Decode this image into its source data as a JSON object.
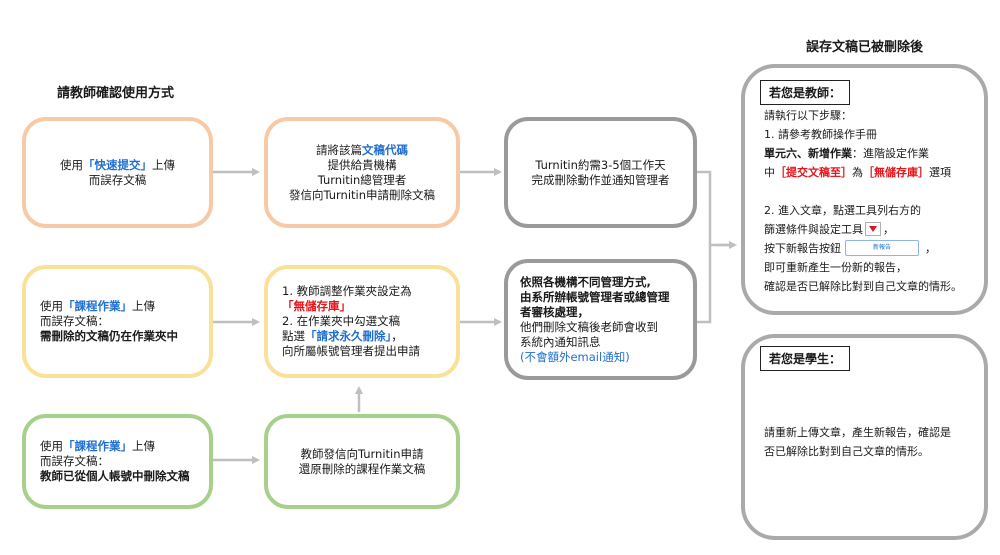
{
  "left_title": "請教師確認使用方式",
  "right_title": "誤存文稿已被刪除後",
  "boxes": {
    "quick_submit": {
      "l1a": "使用",
      "l1b": "「快速提交」",
      "l1c": "上傳",
      "l2": "而誤存文稿"
    },
    "doc_code": {
      "l1a": "請將該篇",
      "l1b": "文稿代碼",
      "l2": "提供給貴機構",
      "l3": "Turnitin總管理者",
      "l4": "發信向Turnitin申請刪除文稿"
    },
    "turnitin_wait": {
      "l1": "Turnitin約需3-5個工作天",
      "l2": "完成刪除動作並通知管理者"
    },
    "course_in_folder": {
      "l1a": "使用",
      "l1b": "「課程作業」",
      "l1c": "上傳",
      "l2": "而誤存文稿：",
      "l3": "需刪除的文稿仍在作業夾中"
    },
    "teacher_adjust": {
      "l1": "1. 教師調整作業夾設定為",
      "l2": "「無儲存庫」",
      "l3": "2. 在作業夾中勾選文稿",
      "l4a": "點選",
      "l4b": "「請求永久刪除」",
      "l4c": "，",
      "l5": "向所屬帳號管理者提出申請"
    },
    "institution": {
      "l1": "依照各機構不同管理方式,",
      "l2": "由系所辦帳號管理者或總管理",
      "l3": "者審核處理，",
      "l4": "他們刪除文稿後老師會收到",
      "l5": "系統內通知訊息",
      "l6": "(不會額外email通知)"
    },
    "course_deleted": {
      "l1a": "使用",
      "l1b": "「課程作業」",
      "l1c": "上傳",
      "l2": "而誤存文稿：",
      "l3": "教師已從個人帳號中刪除文稿"
    },
    "restore": {
      "l1": "教師發信向Turnitin申請",
      "l2": "還原刪除的課程作業文稿"
    }
  },
  "teacher_panel": {
    "header": "若您是教師：",
    "s1": "請執行以下步驟：",
    "s2": "1. 請參考教師操作手冊",
    "s3a": "單元六、新增作業",
    "s3b": "：進階設定作業",
    "s4a": "中",
    "s4b": "［提交文稿至］",
    "s4c": "為",
    "s4d": "［無儲存庫］",
    "s4e": "選項",
    "s5": "2. 進入文章，點選工具列右方的",
    "s6a": "篩選條件與設定工具",
    "s6b": "，",
    "s7a": "按下新報告按鈕",
    "s7btn": "新報告",
    "s7b": "，",
    "s8": "即可重新產生一份新的報告，",
    "s9": "確認是否已解除比對到自己文章的情形。"
  },
  "student_panel": {
    "header": "若您是學生：",
    "s1": "請重新上傳文章，產生新報告，確認是",
    "s2": "否已解除比對到自己文章的情形。"
  },
  "colors": {
    "peach": "#f7c9a4",
    "yellow": "#f9e199",
    "green": "#a8d08d",
    "grey": "#9a9a9a",
    "blue": "#1f6fd0",
    "red": "#e4161b",
    "connector": "#bfbfbf"
  }
}
